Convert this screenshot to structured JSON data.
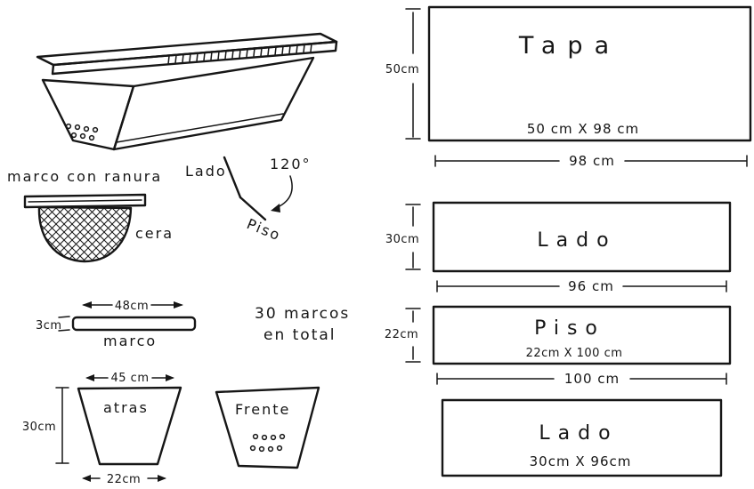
{
  "frame_detail": {
    "title": "marco con ranura",
    "wax": "cera"
  },
  "angle": {
    "side": "Lado",
    "value": "120°",
    "floor": "Piso"
  },
  "frame_bar": {
    "width": "48cm",
    "thickness": "3cm",
    "label": "marco"
  },
  "note": {
    "line1": "30 marcos",
    "line2": "en total"
  },
  "back_panel": {
    "top_width": "45 cm",
    "label": "atras",
    "height": "30cm",
    "bottom_width": "22cm"
  },
  "front_panel": {
    "label": "Frente"
  },
  "tapa": {
    "label": "Tapa",
    "size": "50 cm  X  98 cm",
    "height": "50cm",
    "width": "98 cm"
  },
  "lado_top": {
    "label": "Lado",
    "height": "30cm",
    "width": "96 cm"
  },
  "piso": {
    "label": "Piso",
    "size": "22cm  X  100 cm",
    "height": "22cm",
    "width": "100 cm"
  },
  "lado_bottom": {
    "label": "Lado",
    "size": "30cm  X  96cm"
  }
}
